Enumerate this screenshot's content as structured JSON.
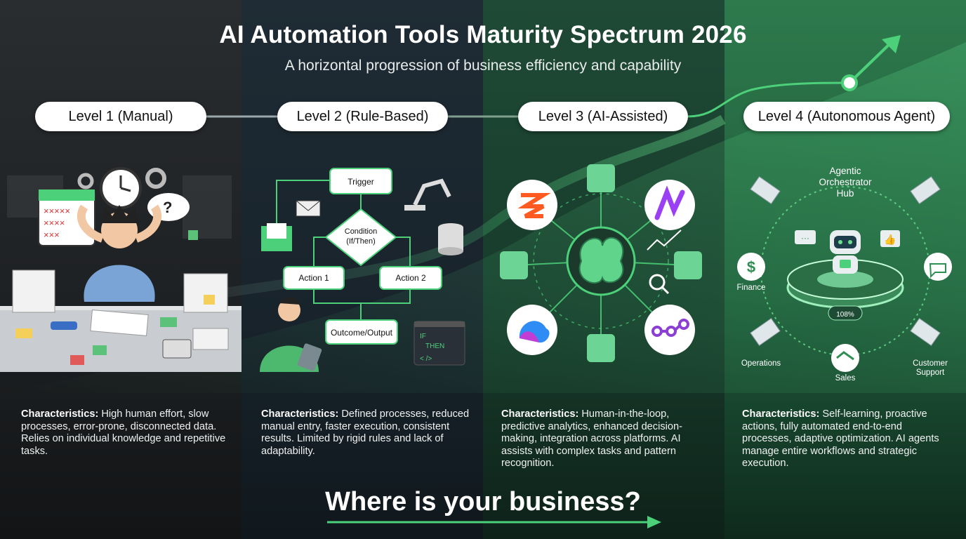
{
  "header": {
    "title": "AI Automation Tools Maturity Spectrum 2026",
    "subtitle": "A horizontal progression of business efficiency and capability"
  },
  "levels": [
    {
      "label": "Level 1 (Manual)",
      "characteristics_label": "Characteristics:",
      "characteristics_text": " High human effort, slow processes, error-prone, disconnected data. Relies on individual knowledge and repetitive tasks."
    },
    {
      "label": "Level 2 (Rule-Based)",
      "characteristics_label": "Characteristics:",
      "characteristics_text": " Defined processes, reduced manual entry, faster execution, consistent results. Limited by rigid rules and lack of adaptability.",
      "flowchart": {
        "trigger": "Trigger",
        "condition": "Condition (If/Then)",
        "condition_line1": "Condition",
        "condition_line2": "(If/Then)",
        "action1": "Action 1",
        "action2": "Action 2",
        "outcome": "Outcome/Output",
        "code_line1": "IF",
        "code_line2": "THEN",
        "code_line3": "< />"
      }
    },
    {
      "label": "Level 3 (AI-Assisted)",
      "characteristics_label": "Characteristics:",
      "characteristics_text": " Human-in-the-loop, predictive analytics, enhanced decision-making, integration across platforms. AI assists with complex tasks and pattern recognition."
    },
    {
      "label": "Level 4 (Autonomous Agent)",
      "characteristics_label": "Characteristics:",
      "characteristics_text": " Self-learning, proactive actions, fully automated end-to-end processes, adaptive optimization. AI agents manage entire workflows and strategic execution.",
      "hub": {
        "title_line1": "Agentic",
        "title_line2": "Orchestrator",
        "title_line3": "Hub",
        "platform_readout": "108%",
        "finance": "Finance",
        "operations": "Operations",
        "sales": "Sales",
        "customer_support_line1": "Customer",
        "customer_support_line2": "Support"
      }
    }
  ],
  "footer": {
    "cta": "Where is your business?"
  },
  "colors": {
    "accent_green": "#4cd17a",
    "flow_green": "#2f8f52",
    "pill_bg": "#ffffff"
  }
}
